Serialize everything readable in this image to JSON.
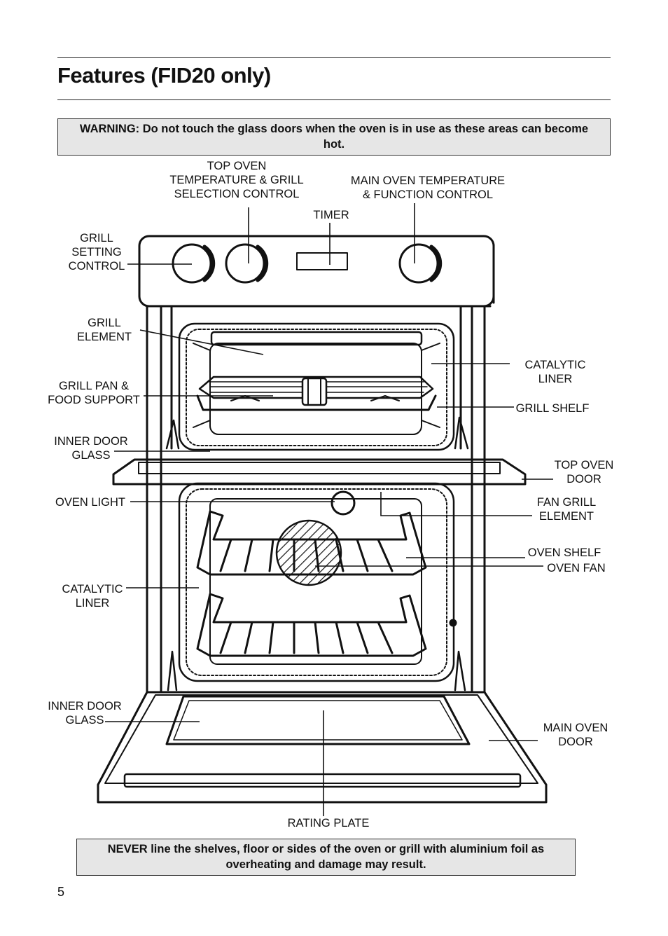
{
  "page": {
    "title": "Features (FID20 only)",
    "page_number": "5"
  },
  "warning": {
    "text": "WARNING: Do not touch the glass doors when the oven is in use as these areas can become hot."
  },
  "note": {
    "text": "NEVER line the shelves, floor or sides of the oven or grill with aluminium foil as overheating and damage may result."
  },
  "labels": {
    "top_oven_control": [
      "TOP OVEN",
      "TEMPERATURE & GRILL",
      "SELECTION CONTROL"
    ],
    "main_oven_control": [
      "MAIN OVEN TEMPERATURE",
      "& FUNCTION CONTROL"
    ],
    "timer": [
      "TIMER"
    ],
    "grill_setting_control": [
      "GRILL",
      "SETTING",
      "CONTROL"
    ],
    "grill_element": [
      "GRILL",
      "ELEMENT"
    ],
    "catalytic_liner_top": [
      "CATALYTIC",
      "LINER"
    ],
    "grill_pan": [
      "GRILL PAN &",
      "FOOD SUPPORT"
    ],
    "grill_shelf": [
      "GRILL SHELF"
    ],
    "inner_door_glass_top": [
      "INNER DOOR",
      "GLASS"
    ],
    "top_oven_door": [
      "TOP OVEN",
      "DOOR"
    ],
    "oven_light": [
      "OVEN LIGHT"
    ],
    "fan_grill_element": [
      "FAN GRILL",
      "ELEMENT"
    ],
    "oven_shelf": [
      "OVEN SHELF"
    ],
    "oven_fan": [
      "OVEN FAN"
    ],
    "catalytic_liner_main": [
      "CATALYTIC",
      "LINER"
    ],
    "inner_door_glass_main": [
      "INNER DOOR",
      "GLASS"
    ],
    "main_oven_door": [
      "MAIN OVEN",
      "DOOR"
    ],
    "rating_plate": [
      "RATING PLATE"
    ]
  }
}
